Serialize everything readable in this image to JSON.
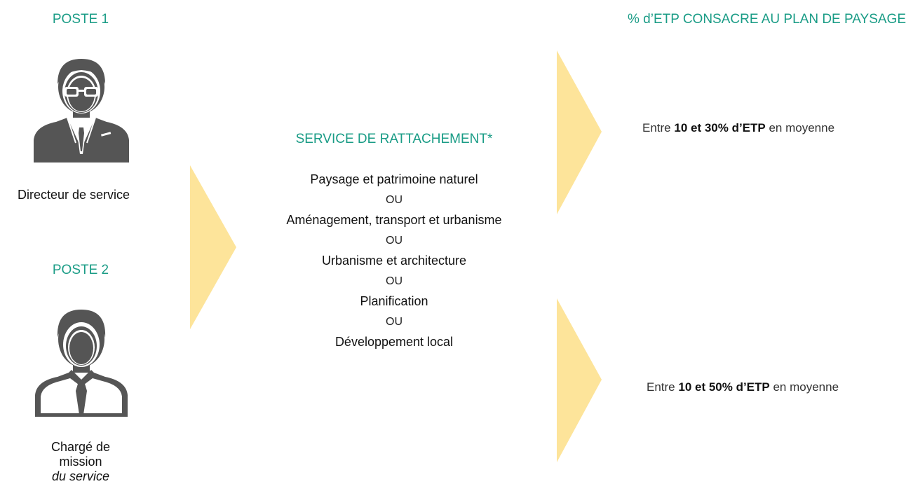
{
  "poste1": {
    "title": "POSTE 1",
    "role": "Directeur de service"
  },
  "poste2": {
    "title": "POSTE 2",
    "role_line1": "Chargé de mission",
    "role_line2": "du service"
  },
  "service": {
    "title": "SERVICE DE RATTACHEMENT*",
    "items": [
      "Paysage et patrimoine naturel",
      "Aménagement, transport et urbanisme",
      "Urbanisme et architecture",
      "Planification",
      "Développement local"
    ],
    "separator": "OU"
  },
  "etp": {
    "title": "% d’ETP CONSACRE AU PLAN DE PAYSAGE",
    "row1": {
      "prefix": "Entre ",
      "bold": "10 et 30% d’ETP",
      "suffix": " en moyenne"
    },
    "row2": {
      "prefix": "Entre ",
      "bold": "10 et 50% d’ETP",
      "suffix": " en moyenne"
    }
  },
  "colors": {
    "accent": "#1a9c86",
    "arrow": "#fde49a",
    "icon": "#555555"
  },
  "icons": {
    "poste1": "manager-icon",
    "poste2": "employee-icon",
    "arrows": "chevron-right-icon"
  }
}
